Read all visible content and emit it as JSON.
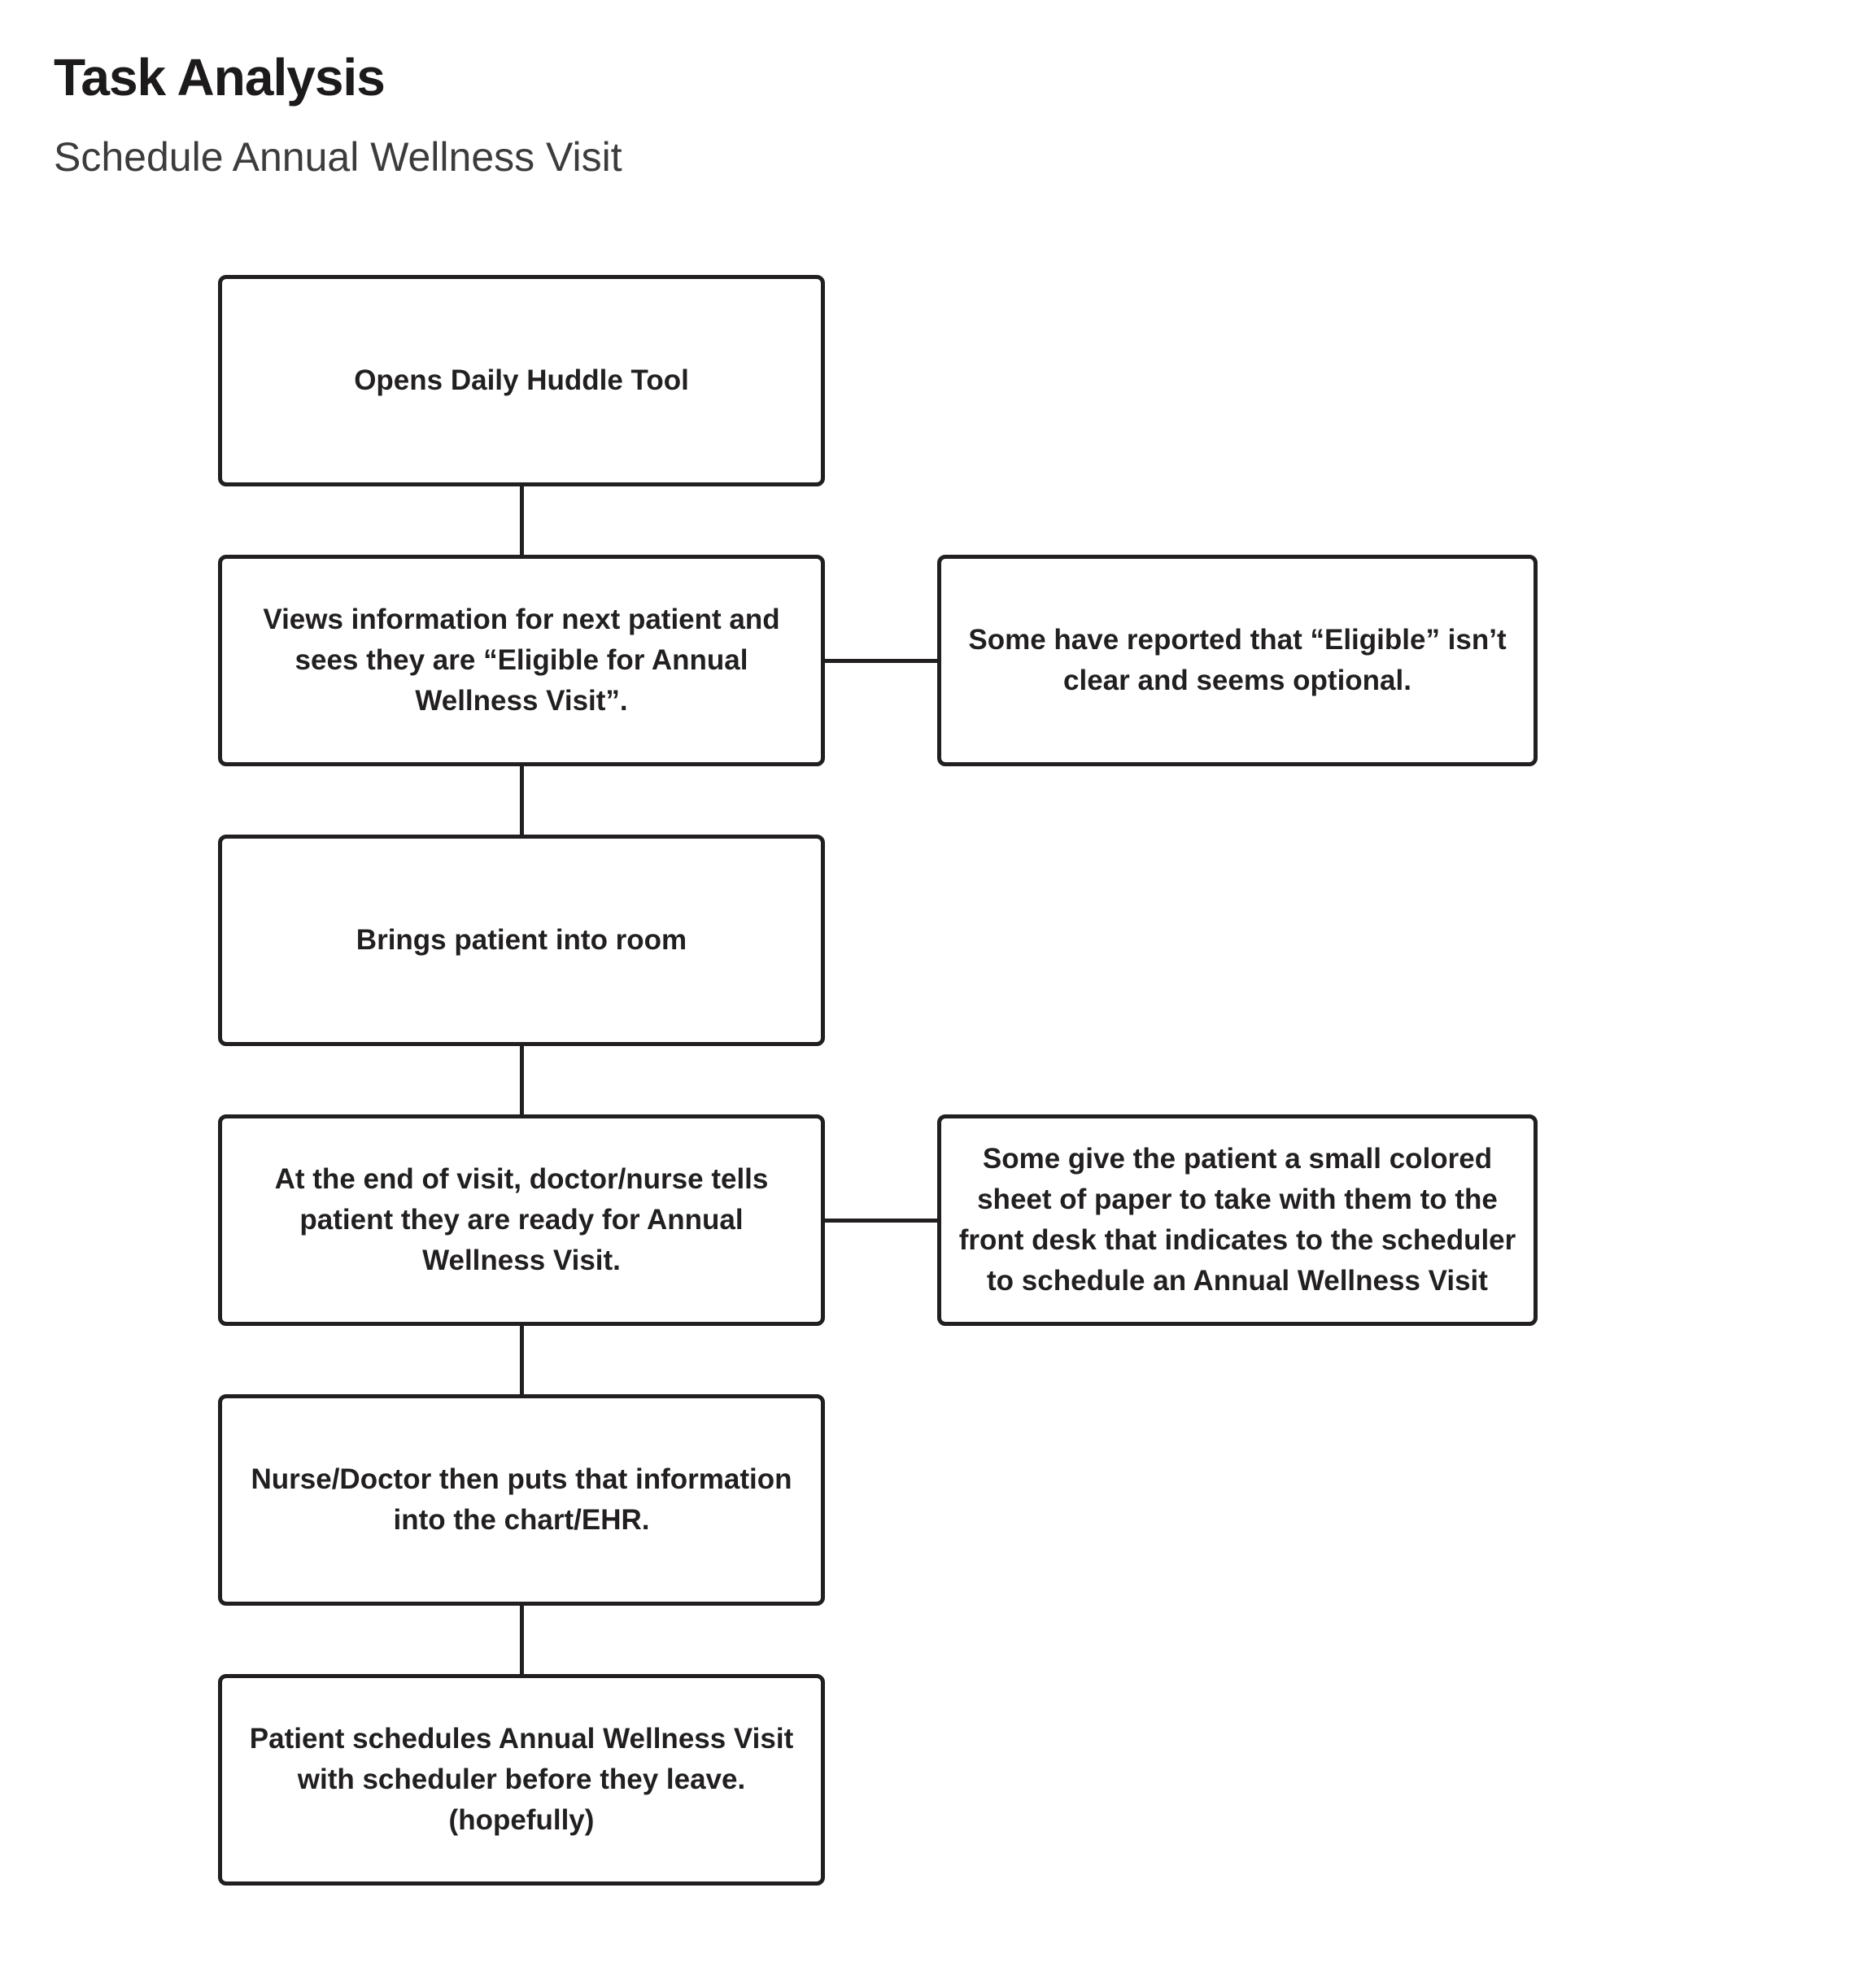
{
  "header": {
    "title": "Task Analysis",
    "subtitle": "Schedule Annual Wellness Visit"
  },
  "colors": {
    "background": "#ffffff",
    "line": "#221f20",
    "text": "#221f20",
    "title": "#1c1a1b",
    "subtitle": "#3d3b3c"
  },
  "flowchart": {
    "steps": [
      {
        "label": "Opens Daily Huddle Tool"
      },
      {
        "label": "Views information for next patient and\nsees they are “Eligible for Annual\nWellness Visit”."
      },
      {
        "label": "Brings patient into room"
      },
      {
        "label": "At the end of visit, doctor/nurse tells\npatient they are ready for Annual\nWellness Visit."
      },
      {
        "label": "Nurse/Doctor then puts that information\ninto the chart/EHR."
      },
      {
        "label": "Patient schedules Annual Wellness Visit\nwith scheduler before they leave.\n(hopefully)"
      }
    ],
    "notes": [
      {
        "label": "Some have reported that “Eligible” isn’t\nclear and seems optional.",
        "attached_to_step": 2
      },
      {
        "label": "Some give the patient a small colored\nsheet of paper to take with them to the\nfront desk that indicates to the scheduler\nto schedule an Annual Wellness Visit",
        "attached_to_step": 4
      }
    ]
  }
}
